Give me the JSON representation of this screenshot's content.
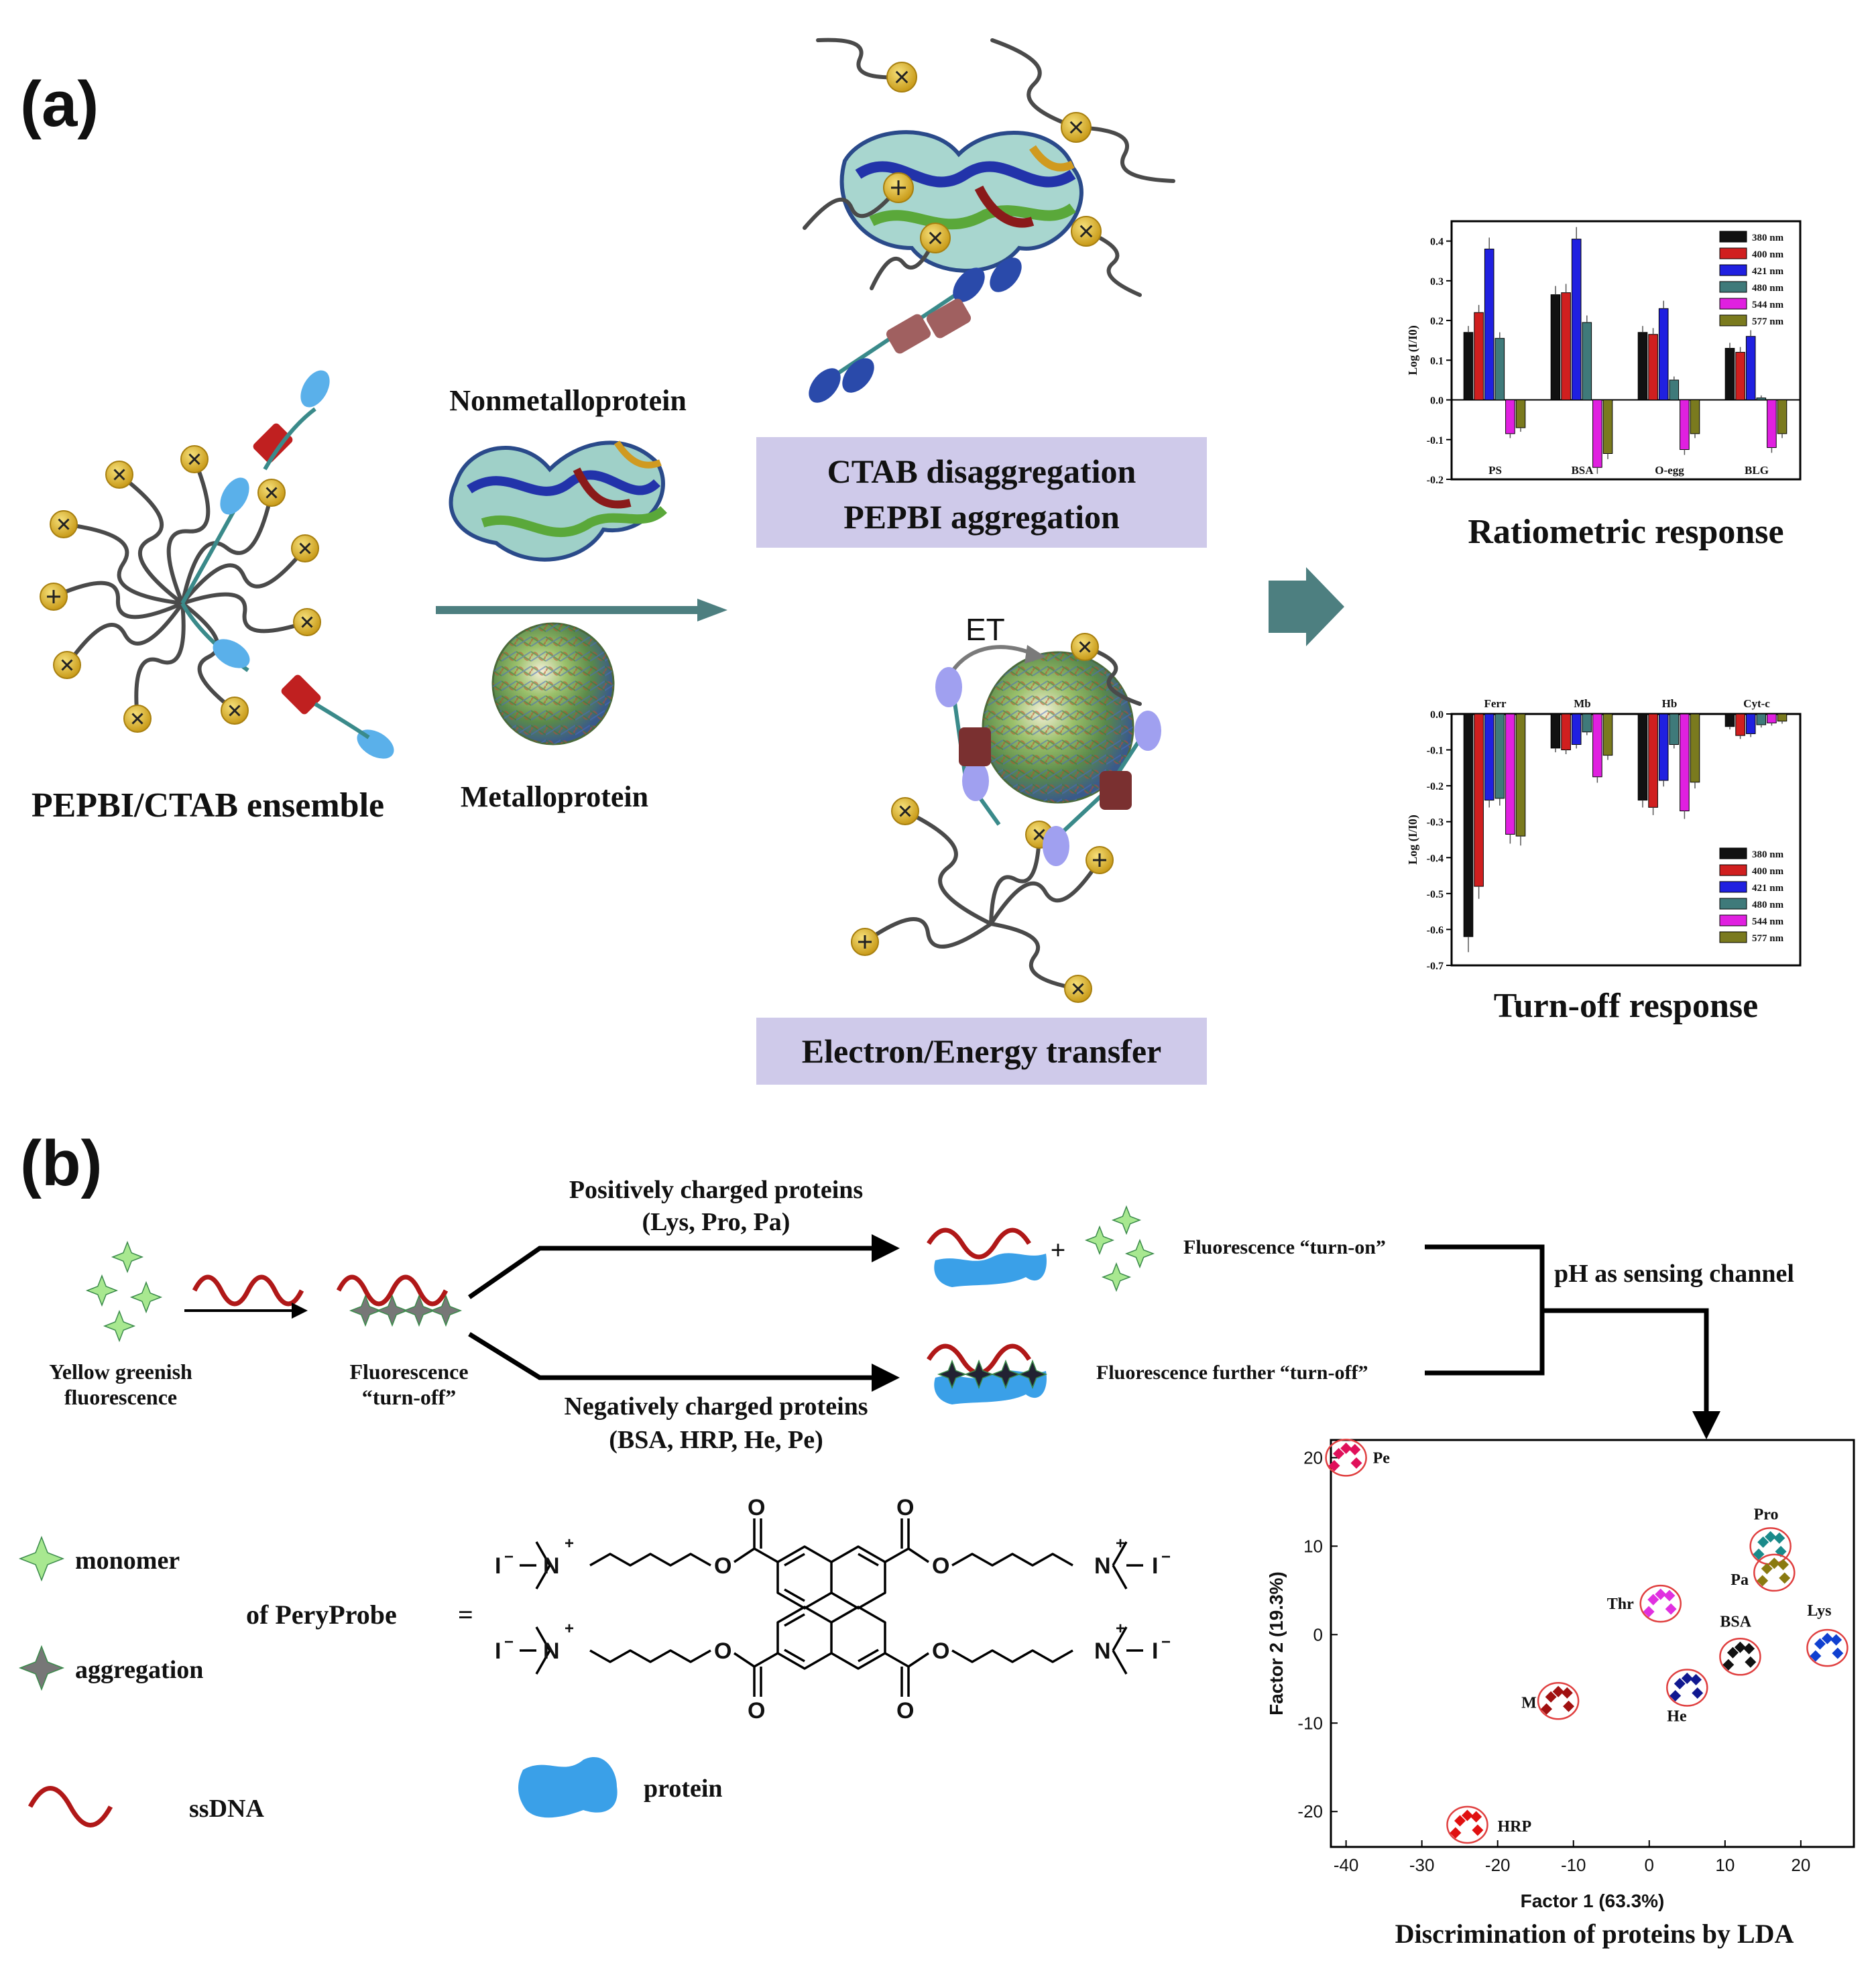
{
  "panel_a": {
    "label": "(a)",
    "ensemble_label": "PEPBI/CTAB ensemble",
    "nonmetallo_label": "Nonmetalloprotein",
    "metallo_label": "Metalloprotein",
    "box_top_line1": "CTAB disaggregation",
    "box_top_line2": "PEPBI aggregation",
    "et_label": "ET",
    "box_bottom": "Electron/Energy transfer",
    "ratiometric_title": "Ratiometric response",
    "turnoff_title": "Turn-off response"
  },
  "chart_data": [
    {
      "type": "bar",
      "title": "Ratiometric response",
      "ylabel": "Log (I/I0)",
      "categories": [
        "PS",
        "BSA",
        "O-egg",
        "BLG"
      ],
      "ylim": [
        -0.2,
        0.45
      ],
      "yticks": [
        "0.4",
        "0.3",
        "0.2",
        "0.1",
        "0.0",
        "-0.1",
        "-0.2"
      ],
      "legend_position": "top-right",
      "series": [
        {
          "name": "380 nm",
          "color": "#111111",
          "values": [
            0.17,
            0.265,
            0.17,
            0.13
          ]
        },
        {
          "name": "400 nm",
          "color": "#d01f1f",
          "values": [
            0.22,
            0.27,
            0.165,
            0.12
          ]
        },
        {
          "name": "421 nm",
          "color": "#2020e0",
          "values": [
            0.38,
            0.405,
            0.23,
            0.16
          ]
        },
        {
          "name": "480 nm",
          "color": "#3f7a7a",
          "values": [
            0.155,
            0.195,
            0.05,
            0.005
          ]
        },
        {
          "name": "544 nm",
          "color": "#e020e0",
          "values": [
            -0.085,
            -0.17,
            -0.125,
            -0.12
          ]
        },
        {
          "name": "577 nm",
          "color": "#7a7a1e",
          "values": [
            -0.07,
            -0.135,
            -0.085,
            -0.085
          ]
        }
      ]
    },
    {
      "type": "bar",
      "title": "Turn-off response",
      "ylabel": "Log (I/I0)",
      "categories": [
        "Ferr",
        "Mb",
        "Hb",
        "Cyt-c"
      ],
      "ylim": [
        -0.7,
        0.0
      ],
      "yticks": [
        "0.0",
        "-0.1",
        "-0.2",
        "-0.3",
        "-0.4",
        "-0.5",
        "-0.6",
        "-0.7"
      ],
      "legend_position": "lower-right",
      "series": [
        {
          "name": "380 nm",
          "color": "#111111",
          "values": [
            -0.62,
            -0.095,
            -0.24,
            -0.035
          ]
        },
        {
          "name": "400 nm",
          "color": "#d01f1f",
          "values": [
            -0.48,
            -0.1,
            -0.26,
            -0.06
          ]
        },
        {
          "name": "421 nm",
          "color": "#2020e0",
          "values": [
            -0.24,
            -0.085,
            -0.185,
            -0.055
          ]
        },
        {
          "name": "480 nm",
          "color": "#3f7a7a",
          "values": [
            -0.235,
            -0.05,
            -0.085,
            -0.03
          ]
        },
        {
          "name": "544 nm",
          "color": "#e020e0",
          "values": [
            -0.335,
            -0.175,
            -0.27,
            -0.025
          ]
        },
        {
          "name": "577 nm",
          "color": "#7a7a1e",
          "values": [
            -0.34,
            -0.115,
            -0.19,
            -0.02
          ]
        }
      ]
    },
    {
      "type": "scatter",
      "title": "Discrimination of proteins by LDA",
      "xlabel": "Factor 1 (63.3%)",
      "ylabel": "Factor 2 (19.3%)",
      "xlim": [
        -42,
        27
      ],
      "ylim": [
        -24,
        22
      ],
      "xticks": [
        "-40",
        "-30",
        "-20",
        "-10",
        "0",
        "10",
        "20"
      ],
      "yticks": [
        "20",
        "10",
        "0",
        "-10",
        "-20"
      ],
      "clusters": [
        {
          "label": "Pe",
          "center": [
            -40,
            20
          ],
          "color": "#e0105a"
        },
        {
          "label": "Pro",
          "center": [
            16,
            10
          ],
          "color": "#1a8a8a"
        },
        {
          "label": "Pa",
          "center": [
            16.5,
            7
          ],
          "color": "#8a7a10"
        },
        {
          "label": "Thr",
          "center": [
            1.5,
            3.5
          ],
          "color": "#e030e0"
        },
        {
          "label": "BSA",
          "center": [
            12,
            -2.5
          ],
          "color": "#111111"
        },
        {
          "label": "Lys",
          "center": [
            23.5,
            -1.5
          ],
          "color": "#1040d0"
        },
        {
          "label": "He",
          "center": [
            5,
            -6
          ],
          "color": "#101890"
        },
        {
          "label": "M",
          "center": [
            -12,
            -7.5
          ],
          "color": "#a01010"
        },
        {
          "label": "HRP",
          "center": [
            -24,
            -21.5
          ],
          "color": "#e01010"
        }
      ]
    }
  ],
  "panel_b": {
    "label": "(b)",
    "yellow_line1": "Yellow greenish",
    "yellow_line2": "fluorescence",
    "turnoff_line1": "Fluorescence",
    "turnoff_line2": "“turn-off”",
    "pos_line1": "Positively charged proteins",
    "pos_line2": "(Lys, Pro, Pa)",
    "neg_line1": "Negatively charged proteins",
    "neg_line2": "(BSA, HRP, He, Pe)",
    "plus": "+",
    "turn_on": "Fluorescence “turn-on”",
    "further_off": "Fluorescence further “turn-off”",
    "ph_channel": "pH as sensing channel",
    "legend_monomer": "monomer",
    "legend_aggregation": "aggregation",
    "legend_ssdna": "ssDNA",
    "legend_protein": "protein",
    "of_peryprobe": "of  PeryProbe",
    "equals": "=",
    "lda_title": "Discrimination  of proteins  by LDA"
  },
  "colors": {
    "box_fill": "#cfcaea",
    "arrow_teal": "#4d7f80",
    "charge_gold": "#d8b830",
    "ssdna_red": "#b01818",
    "protein_blue": "#3aa0e8"
  }
}
